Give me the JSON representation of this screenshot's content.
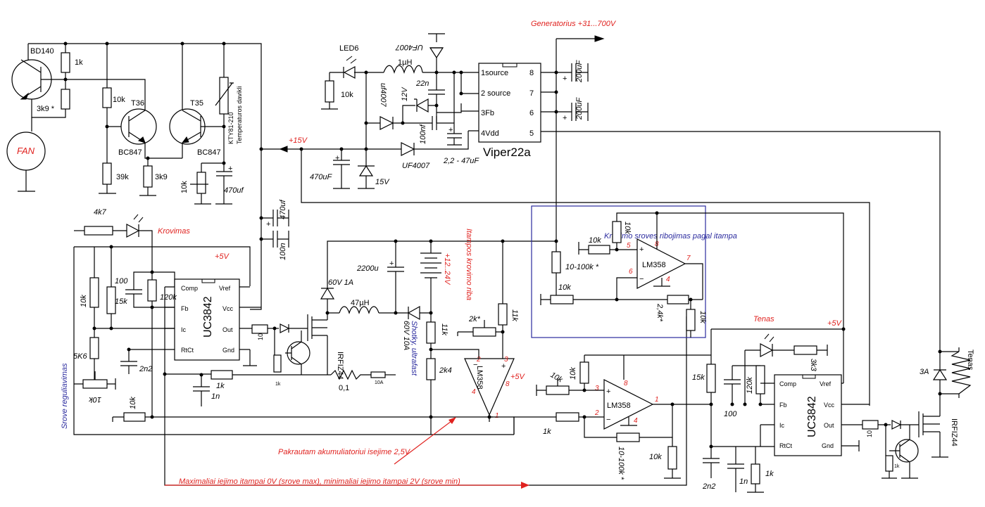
{
  "labels": {
    "generator": "Generatorius +31...700V",
    "bd140": "BD140",
    "r_1k_top": "1k",
    "r_3k9": "3k9 *",
    "fan": "FAN",
    "r_10k_t36": "10k",
    "t36": "T36",
    "t35": "T35",
    "bc847_a": "BC847",
    "bc847_b": "BC847",
    "r_39k": "39k",
    "r_3k9b": "3k9",
    "kty": "KTY81-210",
    "temp_sensor": "Temperaturos davikli",
    "r_10k_trim": "10k",
    "c_470uf_a": "470uf",
    "led6": "LED6",
    "r_10k_led": "10k",
    "l_1uh": "1µH",
    "uf4007_a": "UF4007",
    "uf4007_b": "uf4007",
    "uf4007_c": "UF4007",
    "z_12v": "12V",
    "c_22n": "22n",
    "c_100nf": "100nf",
    "c_2_47": "2,2 - 47uF",
    "plus15": "+15V",
    "c_470uf_b": "470uF",
    "z_15v": "15V",
    "viper_name": "Viper22a",
    "c_200uf_a": "200uF",
    "c_200uf_b": "200uF",
    "c_470uf_c": "470uf",
    "c_100n": "100n",
    "r_4k7": "4k7",
    "krovimas": "Krovimas",
    "plus5_a": "+5V",
    "itampos": "Itampos krovimo riba",
    "batt": "+12..24V",
    "d_60v1a": "60V 1A",
    "c_2200u": "2200u",
    "l_47uh": "47µH",
    "r_11k": "11k",
    "r_2k": "2k*",
    "d_60v10a": "60V 10A",
    "shotky": "Shotky, ultrafast",
    "r_11k_b": "11k",
    "r_2k4": "2k4",
    "irfiz44_a": "IRFIZ44",
    "r_01": "0,1",
    "r_10a": "10A",
    "r_1k_c": "1k",
    "c_1n": "1n",
    "r_10_out": "10",
    "r_1k_q": "1k",
    "uc_left": "UC3842",
    "r_100": "100",
    "r_15k": "15k",
    "r_10k_left": "10k",
    "r_120k": "120k",
    "r_5k6": "5K6",
    "c_2n2": "2n2",
    "r_10k_pot": "10k",
    "r_10k_bot": "10k",
    "srove": "Srove reguliavimas",
    "krovimo_title": "Krovimo sroves ribojimas pagal itampa",
    "r_10k_fb": "10k",
    "r_10k_in": "10k",
    "r_10_100k": "10-100k *",
    "r_10k_pot2": "10k",
    "r_24k": "2,4k*",
    "r_10k_out": "10k",
    "lm358_top": "LM358",
    "lm358_mid": "LM358",
    "lm358_left": "LM358",
    "plus5_b": "+5V",
    "plus5_c": "+5V",
    "tenas": "Tenas",
    "r_3k3": "3k3",
    "r_15k_b": "15k",
    "r_120k_b": "120k",
    "r_100_b": "100",
    "uc_right": "UC3842",
    "r_10k_m": "10k",
    "r_1k_m": "1k",
    "r_10_100k_b": "10-100k *",
    "r_10k_gnd": "10k",
    "c_2n2_b": "2n2",
    "c_1n_b": "1n",
    "r_1k_b": "1k",
    "r_10_b": "10",
    "r_1k_qb": "1k",
    "irfiz44_b": "IRFIZ44",
    "f_3a": "3A",
    "tenas_right": "Tenas",
    "pakrautam": "Pakrautam akumuliatoriui isejime 2,5V",
    "maximaliai": "Maximaliai iejimo itampai 0V (srove max), minimaliai iejimo itampai 2V (srove min)",
    "pin1": "1",
    "pin2": "2",
    "pin3": "3",
    "pin4": "4",
    "pin5": "5",
    "pin6": "6",
    "pin7": "7",
    "pin8": "8",
    "viper_pins": [
      "1source",
      "2 source",
      "3Fb",
      "4Vdd"
    ],
    "viper_rpins": [
      "8",
      "7",
      "6",
      "5"
    ],
    "uc_pins_l": [
      "Comp",
      "Fb",
      "Ic",
      "RtCt"
    ],
    "uc_pins_r": [
      "Vref",
      "Vcc",
      "Out",
      "Gnd"
    ]
  },
  "colors": {
    "red": "#e0221f",
    "blue": "#2a2a9e",
    "black": "#000000"
  }
}
